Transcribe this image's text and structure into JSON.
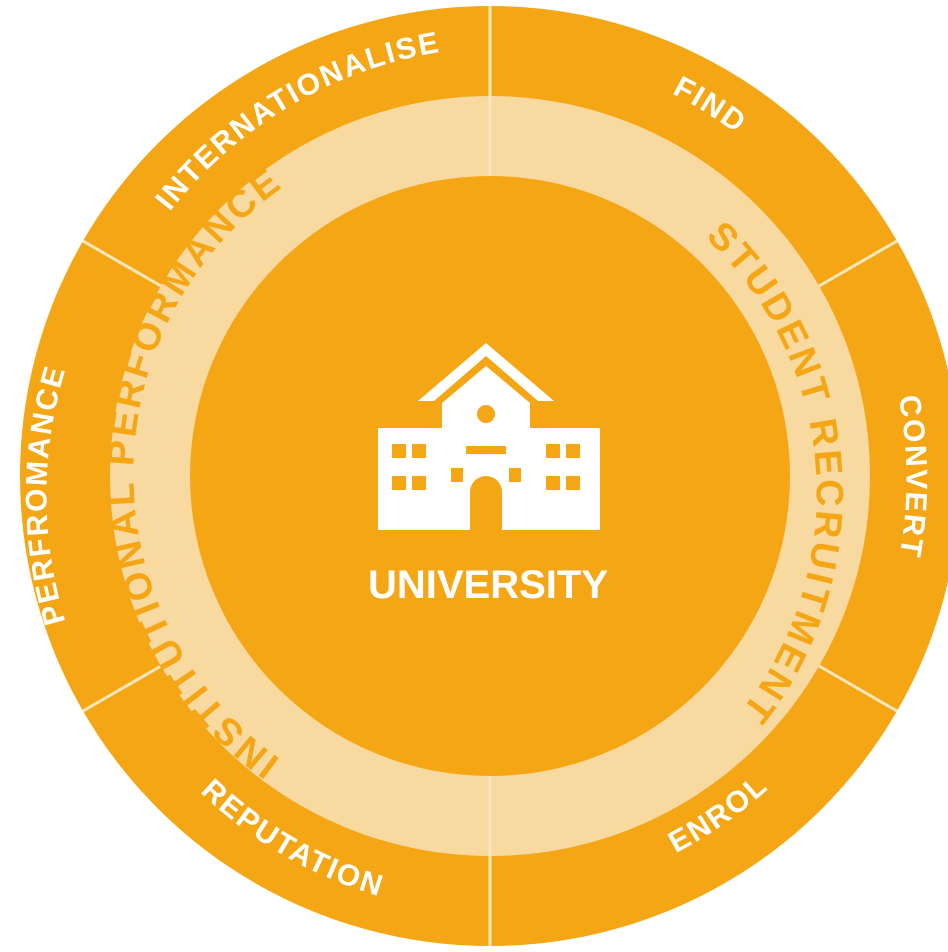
{
  "colors": {
    "primary": "#F5A614",
    "ring": "#F8D9A0",
    "divider": "#FCE6BC",
    "text_light": "#ffffff",
    "ring_text": "#F5A614"
  },
  "center": {
    "icon": "school-building-icon",
    "label": "UNIVERSITY"
  },
  "inner_ring": {
    "left_label": "INSTITUTIONAL PERFORMANCE",
    "right_label": "STUDENT RECRUITMENT"
  },
  "outer_segments": [
    {
      "key": "find",
      "label": "FIND"
    },
    {
      "key": "convert",
      "label": "CONVERT"
    },
    {
      "key": "enrol",
      "label": "ENROL"
    },
    {
      "key": "reputation",
      "label": "REPUTATION"
    },
    {
      "key": "perfromance",
      "label": "PERFROMANCE"
    },
    {
      "key": "internationalise",
      "label": "INTERNATIONALISE"
    }
  ]
}
